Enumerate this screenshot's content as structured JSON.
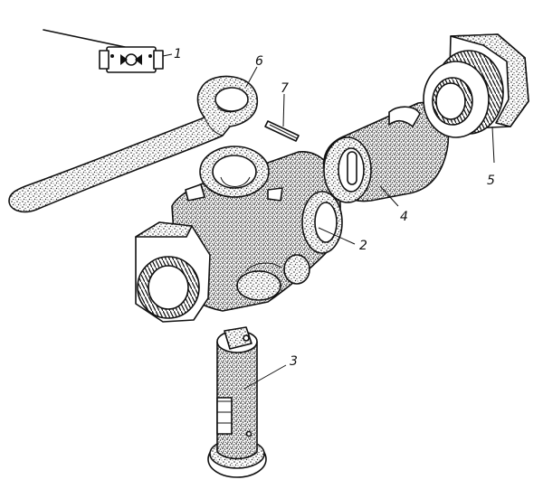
{
  "figure": {
    "background": "#ffffff",
    "ink": "#111111",
    "stipple": "#2a2a2a"
  },
  "callouts": [
    {
      "id": "c1",
      "text": "1"
    },
    {
      "id": "c2",
      "text": "2"
    },
    {
      "id": "c3",
      "text": "3"
    },
    {
      "id": "c4",
      "text": "4"
    },
    {
      "id": "c5",
      "text": "5"
    },
    {
      "id": "c6",
      "text": "6"
    },
    {
      "id": "c7",
      "text": "7"
    }
  ]
}
